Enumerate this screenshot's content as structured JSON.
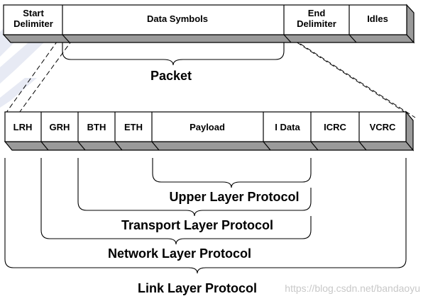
{
  "top_bar": {
    "fields": [
      {
        "lines": [
          "Start",
          "Delimiter"
        ]
      },
      {
        "lines": [
          "Data Symbols"
        ]
      },
      {
        "lines": [
          "End",
          "Delimiter"
        ]
      },
      {
        "lines": [
          "Idles"
        ]
      }
    ]
  },
  "packet_label": "Packet",
  "bottom_bar": {
    "fields": [
      "LRH",
      "GRH",
      "BTH",
      "ETH",
      "Payload",
      "I Data",
      "ICRC",
      "VCRC"
    ]
  },
  "protocol_layers": [
    {
      "label": "Upper Layer Protocol"
    },
    {
      "label": "Transport Layer Protocol"
    },
    {
      "label": "Network Layer Protocol"
    },
    {
      "label": "Link Layer Protocol"
    }
  ],
  "watermark": "https://blog.csdn.net/bandaoyu",
  "colors": {
    "bar_side": "#9a9a9a",
    "outline": "#000000",
    "background": "#ffffff",
    "watermark": "#c8c8c8"
  }
}
